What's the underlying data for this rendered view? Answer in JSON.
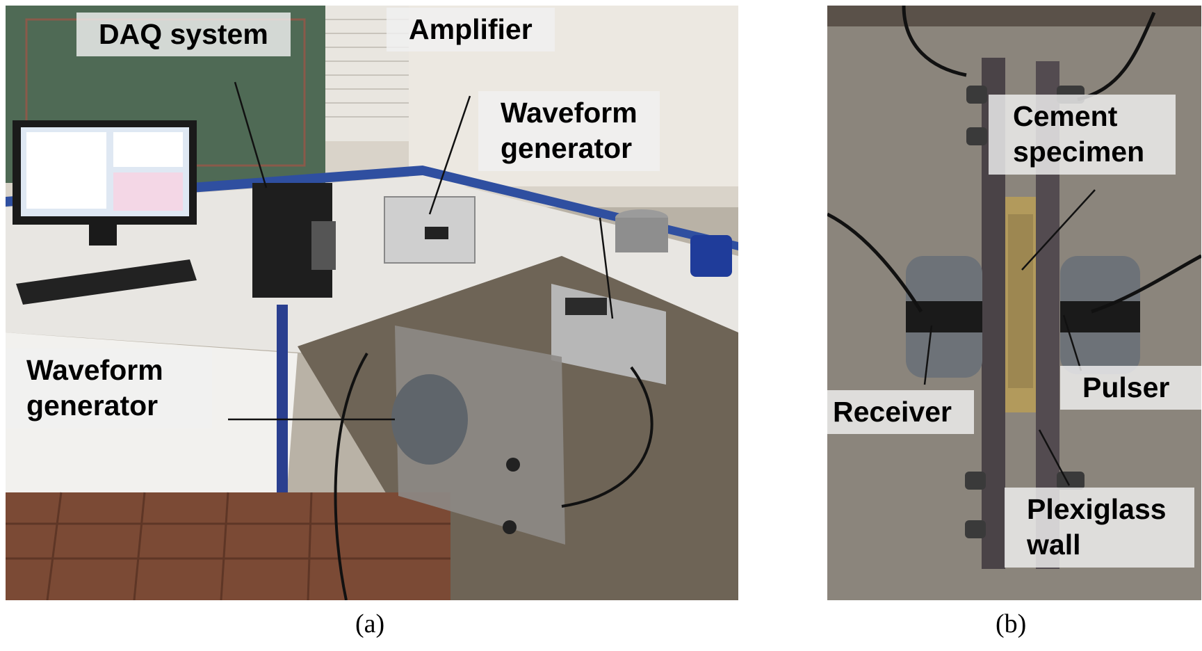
{
  "panel_a": {
    "labels": {
      "daq": "DAQ system",
      "amplifier": "Amplifier",
      "waveform_top_1": "Waveform",
      "waveform_top_2": "generator",
      "waveform_left_1": "Waveform",
      "waveform_left_2": "generator"
    },
    "caption": "(a)"
  },
  "panel_b": {
    "labels": {
      "cement_1": "Cement",
      "cement_2": "specimen",
      "pulser": "Pulser",
      "receiver": "Receiver",
      "wall_1": "Plexiglass",
      "wall_2": "wall"
    },
    "caption": "(b)"
  },
  "colors": {
    "label_bg": "#f0f0f0",
    "text": "#000000",
    "pointer": "#111111"
  }
}
